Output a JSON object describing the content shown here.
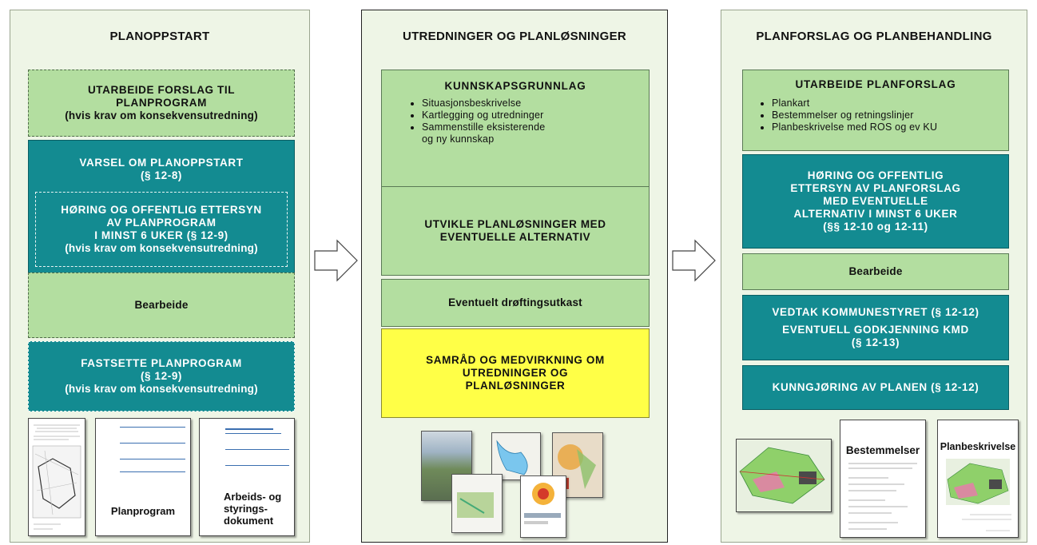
{
  "columns": [
    {
      "title": "PLANOPPSTART"
    },
    {
      "title": "UTREDNINGER OG PLANLØSNINGER"
    },
    {
      "title": "PLANFORSLAG OG PLANBEHANDLING"
    }
  ],
  "col1": {
    "box1": {
      "l1": "UTARBEIDE FORSLAG TIL",
      "l2": "PLANPROGRAM",
      "l3": "(hvis krav om konsekvensutredning)"
    },
    "box2": {
      "l1": "VARSEL OM PLANOPPSTART",
      "l2": "(§ 12-8)"
    },
    "box2b": {
      "l1": "HØRING OG OFFENTLIG ETTERSYN",
      "l2": "AV PLANPROGRAM",
      "l3": "I MINST 6 UKER (§ 12-9)",
      "l4": "(hvis krav om konsekvensutredning)"
    },
    "box3": {
      "l1": "Bearbeide"
    },
    "box4": {
      "l1": "FASTSETTE PLANPROGRAM",
      "l2": "(§ 12-9)",
      "l3": "(hvis krav om konsekvensutredning)"
    },
    "docs": [
      {
        "label": ""
      },
      {
        "label": "Planprogram"
      },
      {
        "label": "Arbeids- og styrings-dokument"
      }
    ]
  },
  "col2": {
    "box1": {
      "title": "KUNNSKAPSGRUNNLAG",
      "items": [
        "Situasjonsbeskrivelse",
        "Kartlegging og utredninger",
        "Sammenstille eksisterende og ny kunnskap"
      ]
    },
    "box2": {
      "l1": "UTVIKLE PLANLØSNINGER MED",
      "l2": "EVENTUELLE ALTERNATIV"
    },
    "box3": {
      "l1": "Eventuelt drøftingsutkast"
    },
    "box4": {
      "l1": "SAMRÅD OG MEDVIRKNING OM",
      "l2": "UTREDNINGER OG",
      "l3": "PLANLØSNINGER"
    }
  },
  "col3": {
    "box1": {
      "title": "UTARBEIDE PLANFORSLAG",
      "items": [
        "Plankart",
        "Bestemmelser og retningslinjer",
        "Planbeskrivelse med ROS og ev KU"
      ]
    },
    "box2": {
      "l1": "HØRING OG OFFENTLIG",
      "l2": "ETTERSYN AV PLANFORSLAG",
      "l3": "MED EVENTUELLE",
      "l4": "ALTERNATIV I MINST 6 UKER",
      "l5": "(§§ 12-10 og 12-11)"
    },
    "box3": {
      "l1": "Bearbeide"
    },
    "box4": {
      "l1": "VEDTAK KOMMUNESTYRET (§ 12-12)",
      "l2": "EVENTUELL GODKJENNING KMD",
      "l3": "(§ 12-13)"
    },
    "box5": {
      "l1": "KUNNGJØRING AV PLANEN (§ 12-12)"
    },
    "docs": [
      {
        "label": ""
      },
      {
        "label": "Bestemmelser"
      },
      {
        "label": "Planbeskrivelse"
      }
    ]
  },
  "colors": {
    "green": "#b3dea0",
    "teal": "#138b91",
    "yellow": "#ffff47",
    "background": "#eef5e6"
  }
}
